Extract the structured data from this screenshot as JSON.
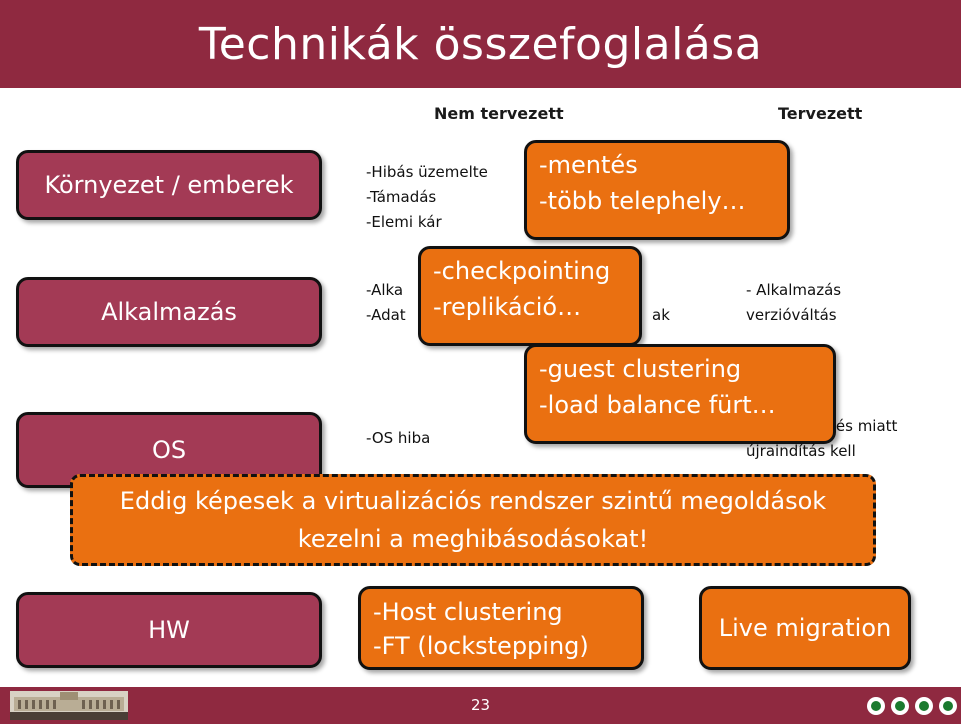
{
  "slide": {
    "title": "Technikák összefoglalása",
    "page_number": "23"
  },
  "columns": {
    "unplanned": "Nem tervezett",
    "planned": "Tervezett"
  },
  "rows": {
    "environment": "Környezet / emberek",
    "application": "Alkalmazás",
    "os": "OS",
    "hw": "HW"
  },
  "notes": {
    "env_unplanned": [
      "-Hibás üzemelte",
      "-Támadás",
      "-Elemi kár"
    ],
    "app_unplanned": [
      "-Alka",
      "-Adat"
    ],
    "app_unplanned_tail": "ak",
    "app_planned": [
      "- Alkalmazás",
      "verzióváltás"
    ],
    "os_unplanned": "-OS hiba",
    "os_planned": [
      "tés miatt",
      "újraindítás kell"
    ]
  },
  "callouts": {
    "backup": [
      "-mentés",
      "-több telephely…"
    ],
    "checkpointing": [
      "-checkpointing",
      "-replikáció…"
    ],
    "guest_clustering": [
      "-guest clustering",
      "-load balance fürt…"
    ],
    "host_clustering": [
      "-Host clustering",
      "-FT (lockstepping)"
    ],
    "live_migration": "Live migration"
  },
  "banner": {
    "line1": "Eddig képesek a virtualizációs  rendszer szintű megoldások",
    "line2": "kezelni a meghibásodásokat!"
  },
  "colors": {
    "header": "#8f2940",
    "row_box": "#a33a55",
    "callout": "#ea7011"
  }
}
